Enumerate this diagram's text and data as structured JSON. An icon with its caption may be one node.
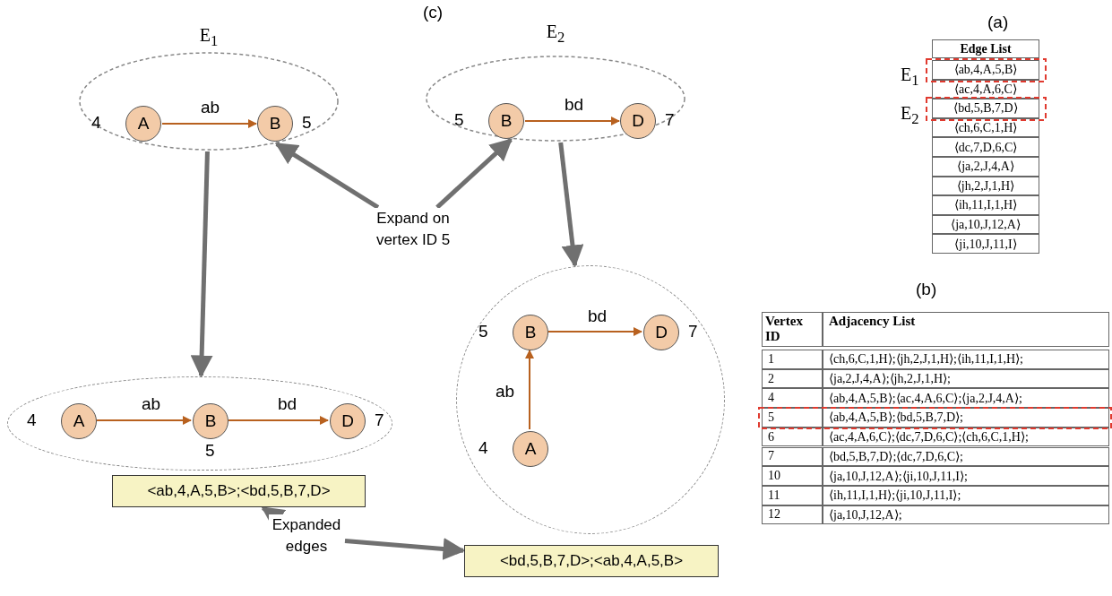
{
  "diagram": {
    "nodes": [
      {
        "text": [
          "E$_{1}$"
        ]
      },
      {
        "text": [
          "A"
        ],
        "beside": [
          "4"
        ],
        "in": 0
      },
      {
        "text": [
          "B"
        ],
        "beside": [
          "5"
        ],
        "in": 0
      },
      {
        "text": [
          "E$_{2}$"
        ]
      },
      {
        "text": [
          "B"
        ],
        "beside": [
          "5"
        ],
        "in": 3
      },
      {
        "text": [
          "D"
        ],
        "beside": [
          "7"
        ],
        "in": 3
      },
      {
        "text": [],
        "shape": "ellipse"
      },
      {
        "text": [
          "A"
        ],
        "beside": [
          "4"
        ],
        "in": 6
      },
      {
        "text": [
          "B"
        ],
        "beside": [
          "5"
        ],
        "in": 6
      },
      {
        "text": [
          "D"
        ],
        "beside": [
          "7"
        ],
        "in": 6
      },
      {
        "text": [],
        "shape": "circle"
      },
      {
        "text": [
          "B"
        ],
        "beside": [
          "5"
        ],
        "in": 10
      },
      {
        "text": [
          "D"
        ],
        "beside": [
          "7"
        ],
        "in": 10
      },
      {
        "text": [
          "A"
        ],
        "beside": [
          "4"
        ],
        "in": 10
      },
      {
        "text": [
          "Expand on vertex ID 5"
        ]
      },
      {
        "text": [
          "<ab,4,A,5,B>;<bd,5,B,7,D>"
        ]
      },
      {
        "text": [
          "Expanded edges"
        ]
      },
      {
        "text": [
          "<bd,5,B,7,D>;<ab,4,A,5,B>"
        ]
      }
    ],
    "edges": [
      {
        "from": 1,
        "to": 2,
        "arrow": "to",
        "label": "ab"
      },
      {
        "from": 4,
        "to": 5,
        "arrow": "to",
        "label": "bd"
      },
      {
        "from": 7,
        "to": 8,
        "arrow": "to",
        "label": "ab"
      },
      {
        "from": 8,
        "to": 9,
        "arrow": "to",
        "label": "bd"
      },
      {
        "from": 11,
        "to": 12,
        "arrow": "to",
        "label": "bd"
      },
      {
        "from": 13,
        "to": 11,
        "arrow": "to",
        "label": "ab"
      },
      {
        "from": 0,
        "to": 6,
        "arrow": "to",
        "style": "thick",
        "color": "#707070"
      },
      {
        "from": 3,
        "to": 10,
        "arrow": "to",
        "style": "thick",
        "color": "#707070"
      },
      {
        "from": 14,
        "to": 0,
        "arrow": "to",
        "style": "thick",
        "color": "#707070"
      },
      {
        "from": 14,
        "to": 3,
        "arrow": "to",
        "style": "thick",
        "color": "#707070"
      },
      {
        "from": 16,
        "to": 15,
        "arrow": "to",
        "style": "thick",
        "color": "#707070"
      },
      {
        "from": 16,
        "to": 17,
        "arrow": "to",
        "style": "thick",
        "color": "#707070"
      }
    ],
    "labels": [
      "(c)",
      "(a)",
      "E$_{1}$",
      "E$_{2}$",
      "Edge List",
      "⟨ab,4,A,5,B⟩",
      "⟨ac,4,A,6,C⟩",
      "⟨bd,5,B,7,D⟩",
      "⟨ch,6,C,1,H⟩",
      "⟨dc,7,D,6,C⟩",
      "⟨ja,2,J,4,A⟩",
      "⟨jh,2,J,1,H⟩",
      "⟨ih,11,I,1,H⟩",
      "⟨ja,10,J,12,A⟩",
      "⟨ji,10,J,11,I⟩",
      "(b)",
      "Vertex ID",
      "Adjacency List",
      "1",
      "⟨ch,6,C,1,H⟩;⟨jh,2,J,1,H⟩;⟨ih,11,I,1,H⟩;",
      "2",
      "⟨ja,2,J,4,A⟩;⟨jh,2,J,1,H⟩;",
      "4",
      "⟨ab,4,A,5,B⟩;⟨ac,4,A,6,C⟩;⟨ja,2,J,4,A⟩;",
      "5",
      "⟨ab,4,A,5,B⟩;⟨bd,5,B,7,D⟩;",
      "6",
      "⟨ac,4,A,6,C⟩;⟨dc,7,D,6,C⟩;⟨ch,6,C,1,H⟩;",
      "7",
      "⟨bd,5,B,7,D⟩;⟨dc,7,D,6,C⟩;",
      "10",
      "⟨ja,10,J,12,A⟩;⟨ji,10,J,11,I⟩;",
      "11",
      "⟨ih,11,I,1,H⟩;⟨ji,10,J,11,I⟩;",
      "12",
      "⟨ja,10,J,12,A⟩;"
    ]
  }
}
